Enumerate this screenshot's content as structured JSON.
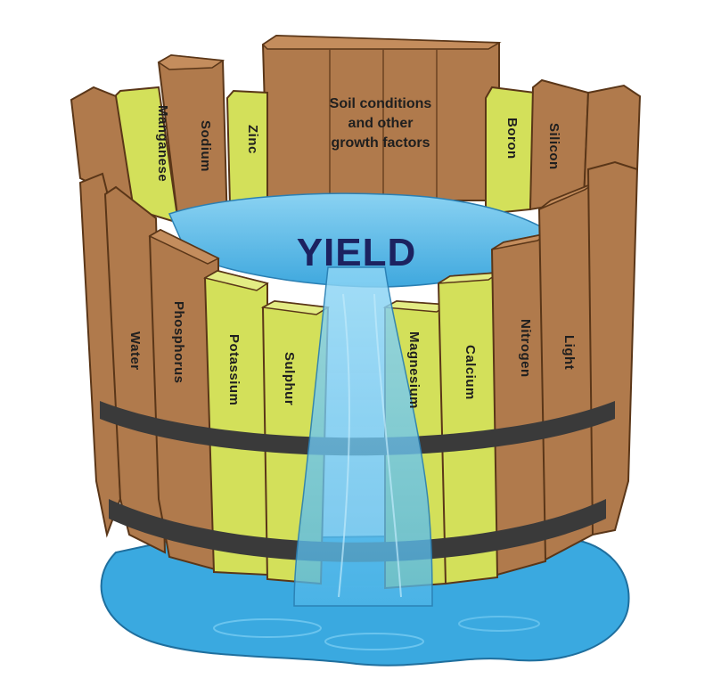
{
  "title": "YIELD",
  "back_label_lines": [
    "Soil conditions",
    "and other",
    "growth factors"
  ],
  "staves": {
    "manganese": "Manganese",
    "sodium": "Sodium",
    "zinc": "Zinc",
    "boron": "Boron",
    "silicon": "Silicon",
    "water": "Water",
    "phosphorus": "Phosphorus",
    "potassium": "Potassium",
    "sulphur": "Sulphur",
    "magnesium": "Magnesium",
    "calcium": "Calcium",
    "nitrogen": "Nitrogen",
    "light": "Light"
  },
  "colors": {
    "wood": "#b07a4c",
    "wood_dark": "#7a4e2a",
    "wood_light": "#c48d5d",
    "nutrient_green": "#d3e05a",
    "nutrient_green_dark": "#a8b83a",
    "water": "#3aa9e0",
    "water_light": "#7fd0f3",
    "band": "#3a3a3a",
    "title_color": "#1c2260"
  }
}
